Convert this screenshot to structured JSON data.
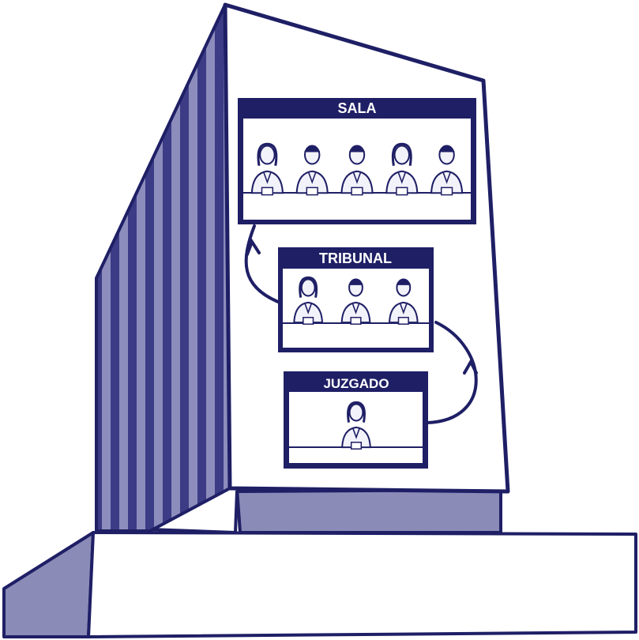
{
  "colors": {
    "ink": "#1f1f66",
    "stripe_dark": "#3b3b86",
    "stripe_light": "#8d8dbd",
    "shade": "#8b8bb8",
    "paper": "#ffffff",
    "skin": "#f2f2fa"
  },
  "panels": [
    {
      "id": "sala",
      "label": "SALA",
      "people": 5
    },
    {
      "id": "tribunal",
      "label": "TRIBUNAL",
      "people": 3
    },
    {
      "id": "juzgado",
      "label": "JUZGADO",
      "people": 1
    }
  ],
  "flow": [
    {
      "from": "juzgado",
      "to": "tribunal"
    },
    {
      "from": "tribunal",
      "to": "sala"
    }
  ]
}
